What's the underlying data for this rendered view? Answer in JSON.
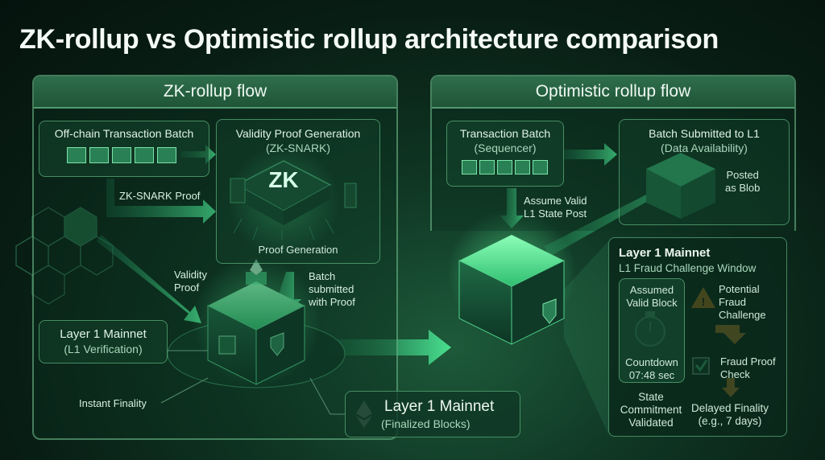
{
  "title": "ZK-rollup vs Optimistic rollup architecture comparison",
  "zk": {
    "header": "ZK-rollup flow",
    "batch_label": "Off-chain Transaction Batch",
    "proofgen_title": "Validity Proof Generation",
    "proofgen_sub": "(ZK-SNARK)",
    "chip_text": "ZK",
    "proofgen_caption": "Proof Generation",
    "arrow_snark": "ZK-SNARK Proof",
    "validity_proof": [
      "Validity",
      "Proof"
    ],
    "batch_submitted": [
      "Batch",
      "submitted",
      "with Proof"
    ],
    "l1_title": "Layer 1 Mainnet",
    "l1_sub": "(L1 Verification)",
    "instant_finality": "Instant Finality"
  },
  "final": {
    "title": "Layer 1 Mainnet",
    "sub": "(Finalized Blocks)"
  },
  "opt": {
    "header": "Optimistic rollup flow",
    "batch_title": "Transaction Batch",
    "batch_sub": "(Sequencer)",
    "submitted_title": "Batch Submitted to L1",
    "submitted_sub": "(Data Availability)",
    "posted": [
      "Posted",
      "as Blob"
    ],
    "assume": [
      "Assume Valid",
      "L1 State Post"
    ],
    "l1_title": "Layer 1 Mainnet",
    "l1_sub": "L1 Fraud Challenge Window",
    "assumed_block": [
      "Assumed",
      "Valid Block"
    ],
    "potential": [
      "Potential",
      "Fraud",
      "Challenge"
    ],
    "countdown": [
      "Countdown",
      "07:48 sec"
    ],
    "fraud_check": [
      "Fraud Proof",
      "Check"
    ],
    "state": [
      "State",
      "Commitment",
      "Validated"
    ],
    "delayed": [
      "Delayed Finality",
      "(e.g., 7 days)"
    ]
  },
  "colors": {
    "accent": "#3fe08a",
    "panel_border": "#78c896",
    "warning": "#f0a020"
  }
}
